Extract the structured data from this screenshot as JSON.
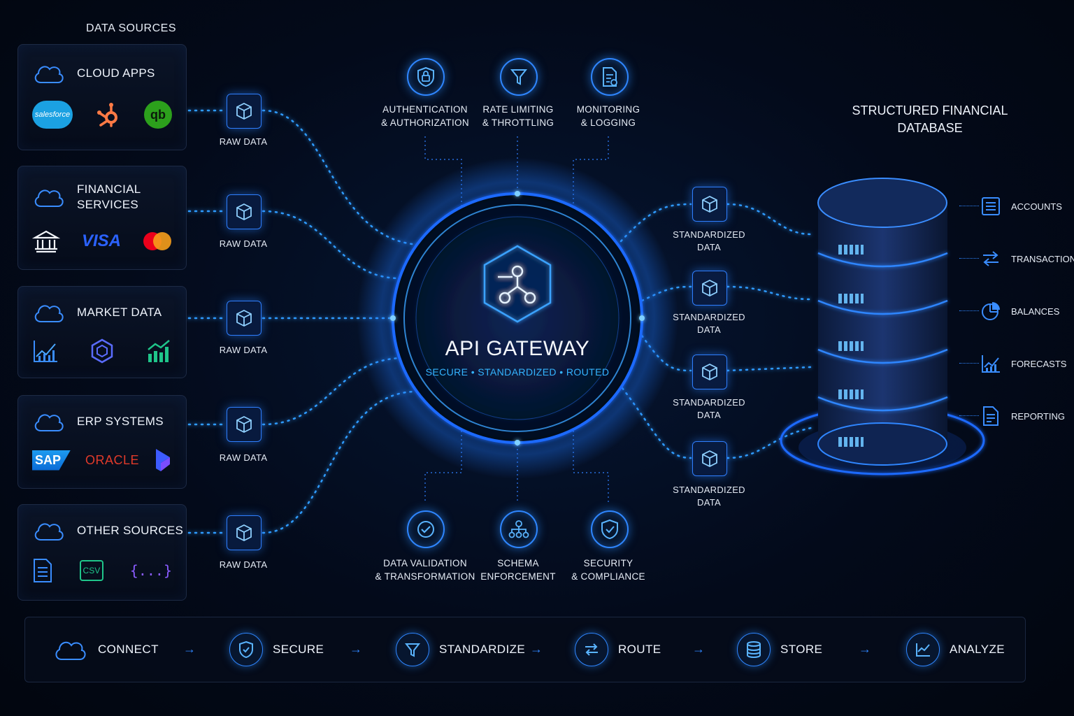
{
  "sources_title": "DATA SOURCES",
  "sources": [
    {
      "title": "CLOUD APPS",
      "logos": [
        "salesforce",
        "hubspot",
        "qb"
      ]
    },
    {
      "title": "FINANCIAL\nSERVICES",
      "logos": [
        "bank",
        "VISA",
        "mastercard"
      ]
    },
    {
      "title": "MARKET DATA",
      "logos": [
        "chart",
        "hexagon",
        "growth"
      ]
    },
    {
      "title": "ERP SYSTEMS",
      "logos": [
        "SAP",
        "ORACLE",
        "dynamics"
      ]
    },
    {
      "title": "OTHER SOURCES",
      "logos": [
        "document",
        "CSV",
        "{...}"
      ]
    }
  ],
  "raw_label": "RAW DATA",
  "features_top": [
    {
      "label": "AUTHENTICATION\n& AUTHORIZATION",
      "icon": "lock-shield-icon"
    },
    {
      "label": "RATE LIMITING\n& THROTTLING",
      "icon": "funnel-icon"
    },
    {
      "label": "MONITORING\n& LOGGING",
      "icon": "log-document-icon"
    }
  ],
  "features_bottom": [
    {
      "label": "DATA VALIDATION\n& TRANSFORMATION",
      "icon": "check-circle-icon"
    },
    {
      "label": "SCHEMA\nENFORCEMENT",
      "icon": "hierarchy-icon"
    },
    {
      "label": "SECURITY\n& COMPLIANCE",
      "icon": "shield-check-icon"
    }
  ],
  "gateway": {
    "title": "API GATEWAY",
    "subtitle": "SECURE • STANDARDIZED • ROUTED"
  },
  "standardized_label": "STANDARDIZED\nDATA",
  "database_title": "STRUCTURED FINANCIAL\nDATABASE",
  "outputs": [
    {
      "label": "ACCOUNTS",
      "icon": "list-icon"
    },
    {
      "label": "TRANSACTIONS",
      "icon": "swap-icon"
    },
    {
      "label": "BALANCES",
      "icon": "pie-icon"
    },
    {
      "label": "FORECASTS",
      "icon": "chart-icon"
    },
    {
      "label": "REPORTING",
      "icon": "report-icon"
    }
  ],
  "pipeline": [
    {
      "label": "CONNECT",
      "icon": "cloud-icon"
    },
    {
      "label": "SECURE",
      "icon": "shield-icon"
    },
    {
      "label": "STANDARDIZE",
      "icon": "funnel-icon"
    },
    {
      "label": "ROUTE",
      "icon": "swap-icon"
    },
    {
      "label": "STORE",
      "icon": "database-icon"
    },
    {
      "label": "ANALYZE",
      "icon": "chart-icon"
    }
  ],
  "colors": {
    "accent": "#2f86ff",
    "glow": "#34b4ff",
    "background": "#030a1a"
  }
}
